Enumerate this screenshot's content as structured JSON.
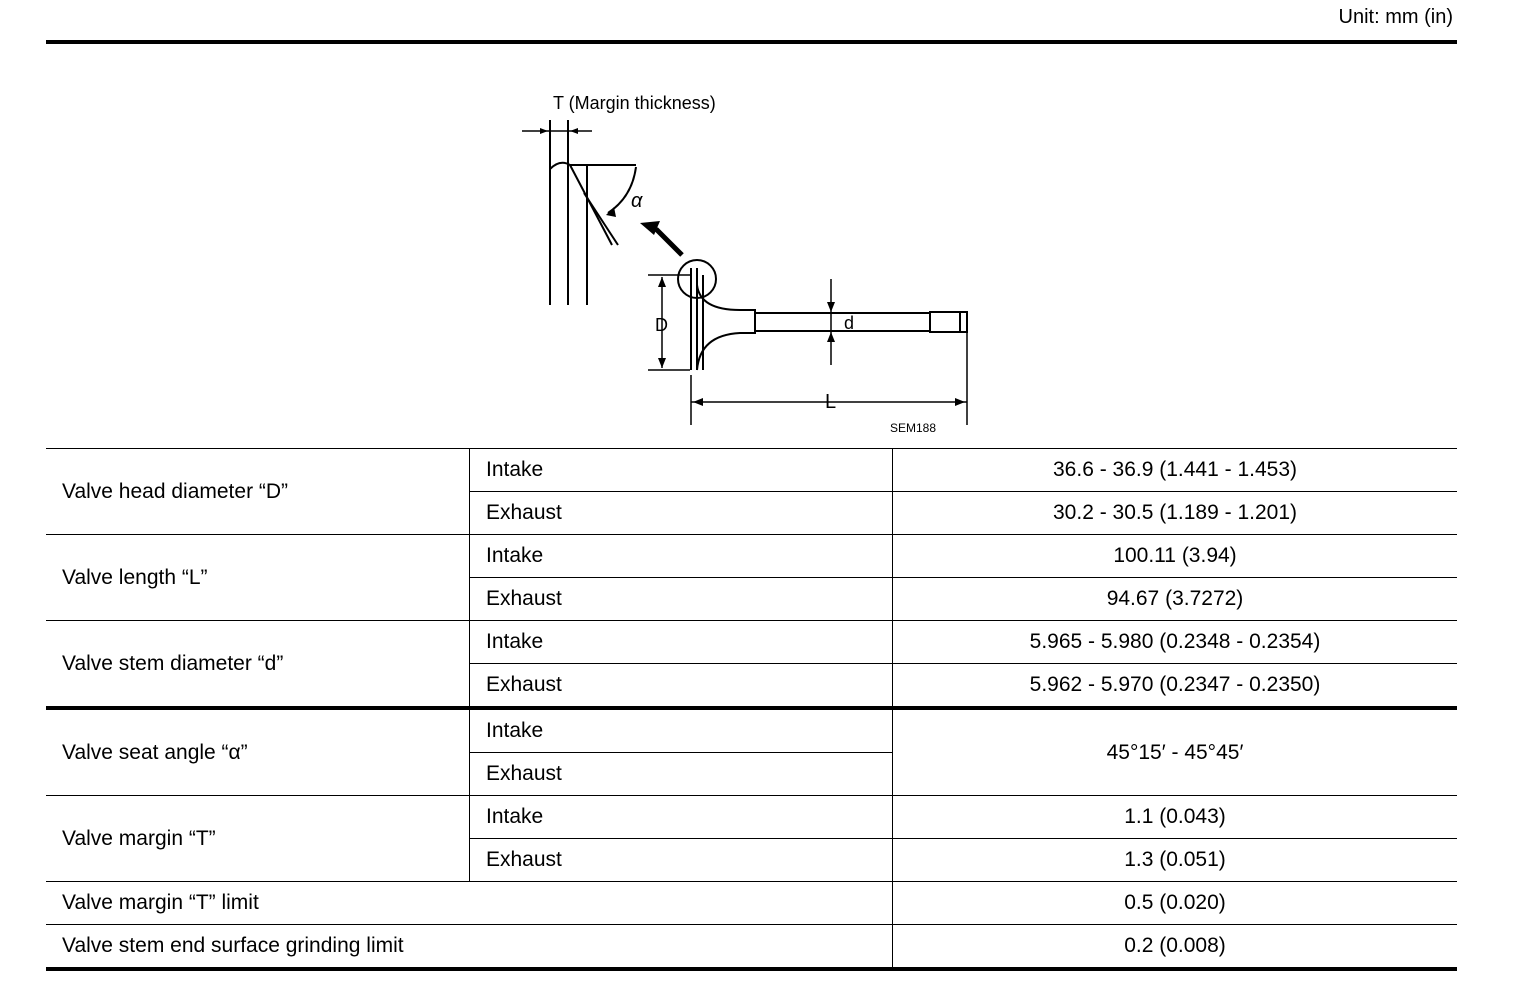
{
  "unit_label": "Unit: mm (in)",
  "figure": {
    "margin_label": "T (Margin thickness)",
    "alpha": "α",
    "D": "D",
    "d": "d",
    "L": "L",
    "code": "SEM188"
  },
  "rows": [
    {
      "param": "Valve head diameter “D”",
      "sub": [
        {
          "label": "Intake",
          "value": "36.6 - 36.9 (1.441 - 1.453)"
        },
        {
          "label": "Exhaust",
          "value": "30.2 - 30.5 (1.189 - 1.201)"
        }
      ]
    },
    {
      "param": "Valve length “L”",
      "sub": [
        {
          "label": "Intake",
          "value": "100.11 (3.94)"
        },
        {
          "label": "Exhaust",
          "value": "94.67 (3.7272)"
        }
      ]
    },
    {
      "param": "Valve stem diameter “d”",
      "sub": [
        {
          "label": "Intake",
          "value": "5.965 - 5.980 (0.2348 - 0.2354)"
        },
        {
          "label": "Exhaust",
          "value": "5.962 - 5.970 (0.2347 - 0.2350)"
        }
      ]
    },
    {
      "param": "Valve seat angle “α”",
      "sub": [
        {
          "label": "Intake"
        },
        {
          "label": "Exhaust"
        }
      ],
      "value": "45°15′ - 45°45′"
    },
    {
      "param": "Valve margin “T”",
      "sub": [
        {
          "label": "Intake",
          "value": "1.1 (0.043)"
        },
        {
          "label": "Exhaust",
          "value": "1.3 (0.051)"
        }
      ]
    },
    {
      "param": "Valve margin “T” limit",
      "value": "0.5 (0.020)"
    },
    {
      "param": "Valve stem end surface grinding limit",
      "value": "0.2 (0.008)"
    }
  ]
}
